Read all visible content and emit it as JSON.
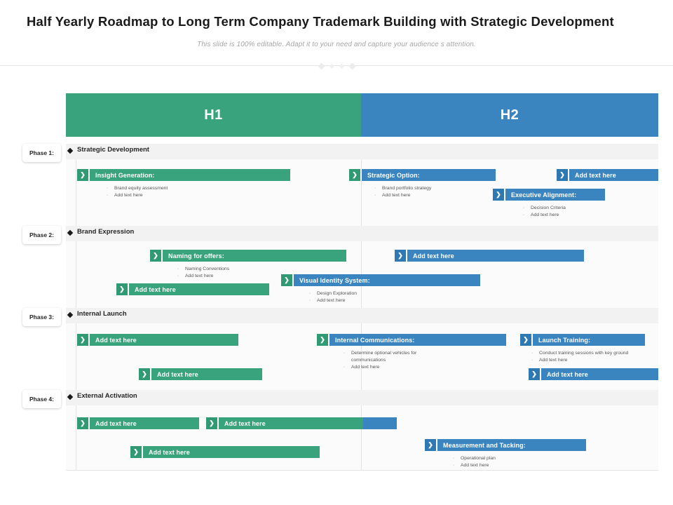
{
  "header": {
    "title": "Half Yearly Roadmap to Long Term Company Trademark  Building with Strategic Development",
    "subtitle": "This slide is 100% editable. Adapt it to your need and capture your audience s attention."
  },
  "colors": {
    "green": "#38a37c",
    "blue": "#3a85bf",
    "band": "#f7f7f7",
    "text": "#1a1a1a"
  },
  "timeline": {
    "halves": [
      {
        "label": "H1",
        "color": "#38a37c"
      },
      {
        "label": "H2",
        "color": "#3a85bf"
      }
    ]
  },
  "phases": [
    {
      "chip": "Phase 1:",
      "title": "Strategic Development",
      "tasks": [
        {
          "label": "Insight Generation:",
          "style": "green"
        },
        {
          "label": "Strategic Option:",
          "style": "greenchev-blue"
        },
        {
          "label": "Add text here",
          "style": "blue"
        },
        {
          "label": "Executive Alignment:",
          "style": "blue"
        }
      ],
      "bullets": [
        {
          "items": [
            "Brand equity assessment",
            "Add text here"
          ]
        },
        {
          "items": [
            "Brand portfolio strategy",
            "Add text here"
          ]
        },
        {
          "items": [
            "Decision  Criteria",
            "Add text here"
          ]
        }
      ]
    },
    {
      "chip": "Phase 2:",
      "title": "Brand Expression",
      "tasks": [
        {
          "label": "Naming for offers:",
          "style": "green"
        },
        {
          "label": "Add text here",
          "style": "blue"
        },
        {
          "label": "Visual  Identity System:",
          "style": "greenchev-blue"
        },
        {
          "label": "Add text here",
          "style": "green"
        }
      ],
      "bullets": [
        {
          "items": [
            "Naming Conventions",
            "Add text here"
          ]
        },
        {
          "items": [
            "Design Exploration",
            "Add text here"
          ]
        }
      ]
    },
    {
      "chip": "Phase 3:",
      "title": "Internal Launch",
      "tasks": [
        {
          "label": "Add text here",
          "style": "green"
        },
        {
          "label": "Internal Communications:",
          "style": "greenchev-blue"
        },
        {
          "label": "Launch Training:",
          "style": "blue"
        },
        {
          "label": "Add text here",
          "style": "green"
        },
        {
          "label": "Add text here",
          "style": "blue"
        }
      ],
      "bullets": [
        {
          "items": [
            "Determine optional vehicles  for\ncommunications",
            "Add text here"
          ]
        },
        {
          "items": [
            "Conduct training sessions  with key  ground",
            "Add text here"
          ]
        }
      ]
    },
    {
      "chip": "Phase 4:",
      "title": "External Activation",
      "tasks": [
        {
          "label": "Add text here",
          "style": "green"
        },
        {
          "label": "Add text here",
          "style": "green"
        },
        {
          "label": "Measurement and Tacking:",
          "style": "blue"
        },
        {
          "label": "Add text here",
          "style": "green"
        }
      ],
      "bullets": [
        {
          "items": [
            "Operational plan",
            "Add text here"
          ]
        }
      ]
    }
  ]
}
